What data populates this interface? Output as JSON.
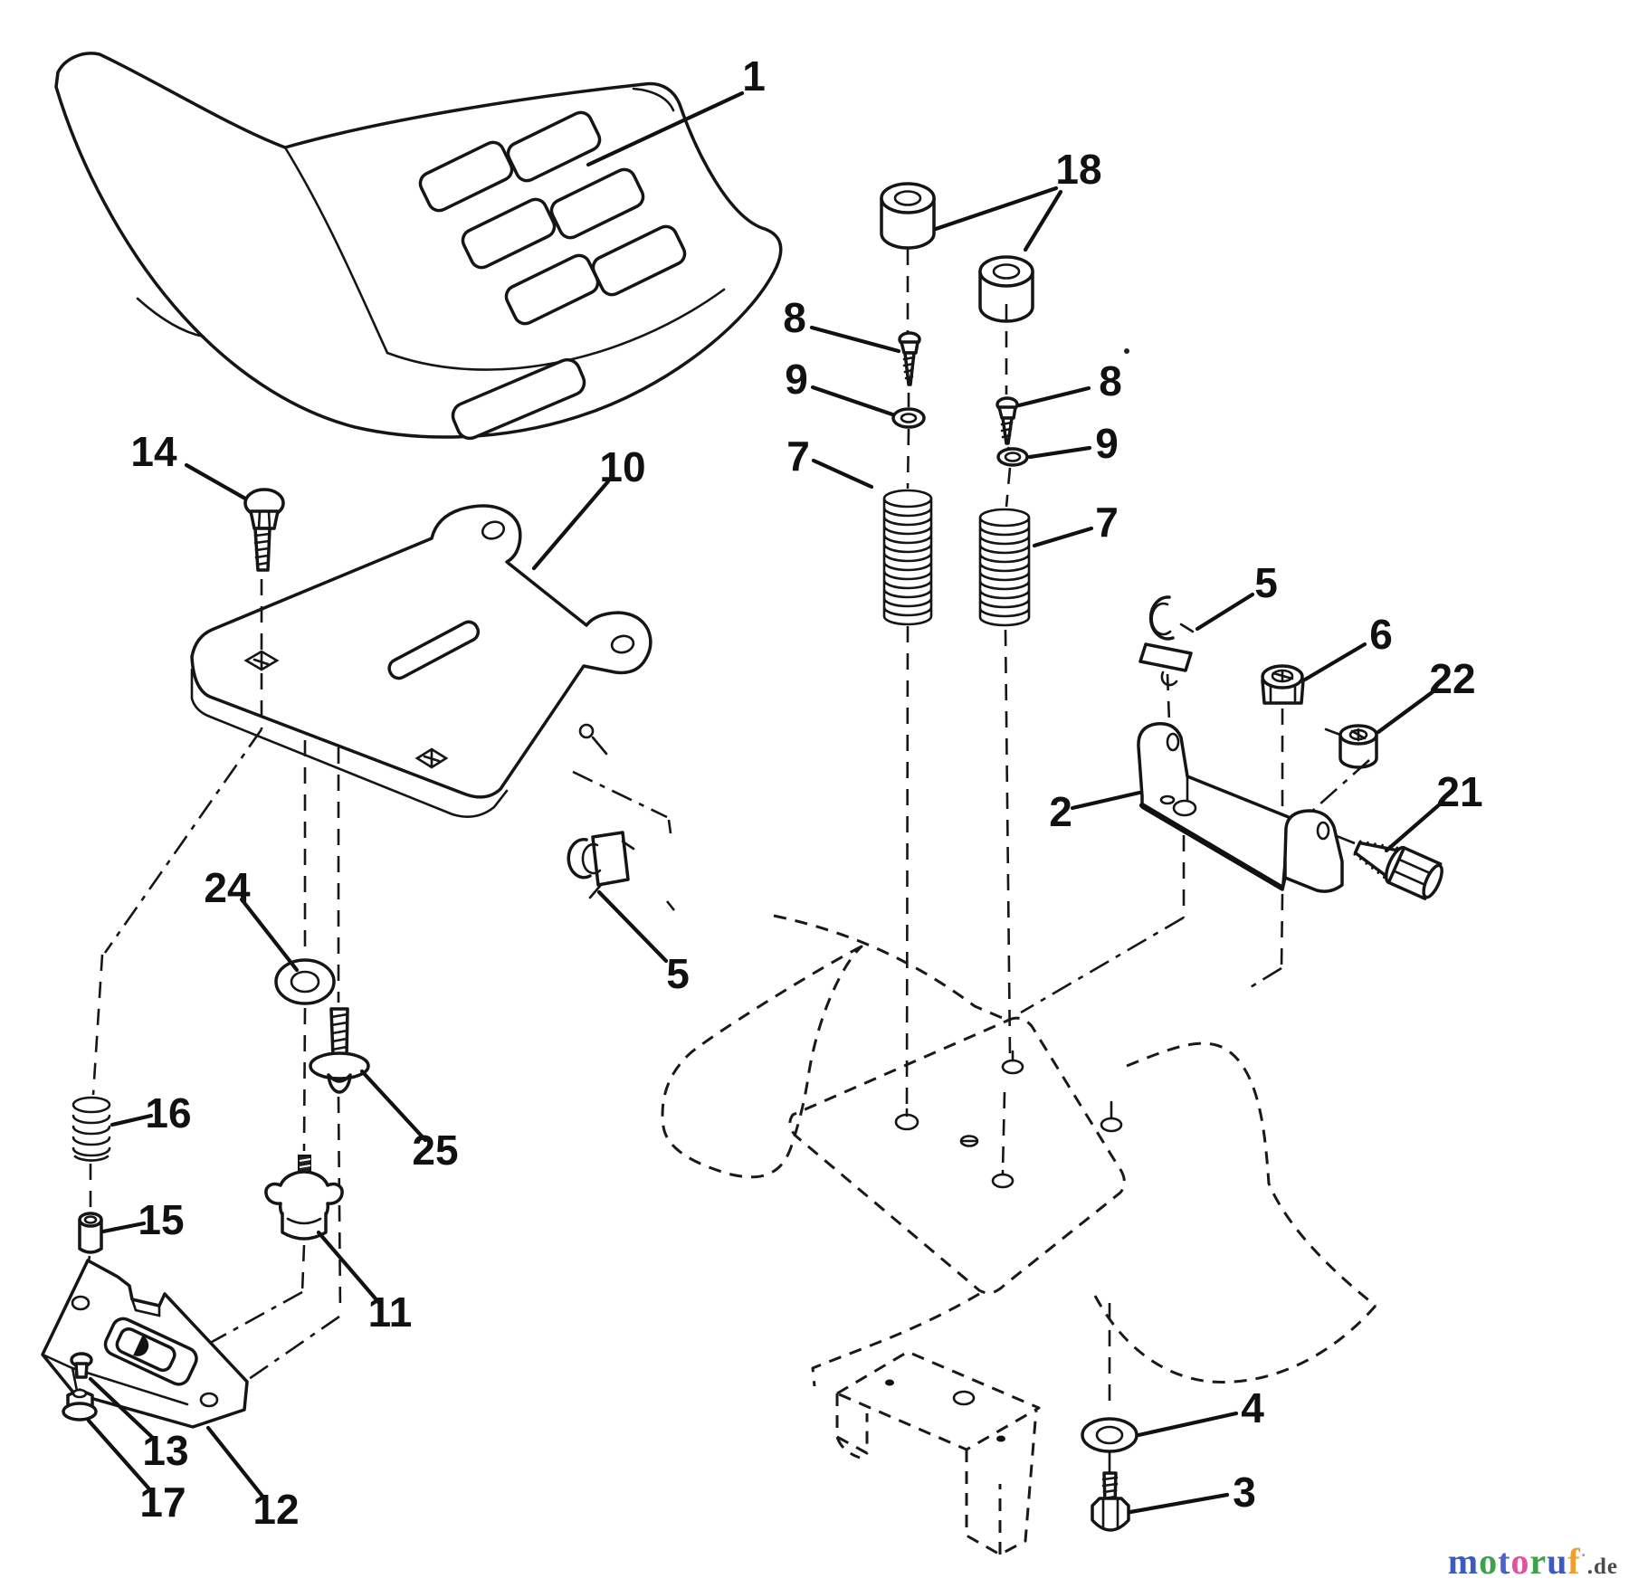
{
  "page": {
    "background": "#ffffff",
    "kind": "exploded-parts-diagram",
    "subject": "tractor seat assembly"
  },
  "callouts": {
    "n1": "1",
    "n2": "2",
    "n3": "3",
    "n4": "4",
    "n5": "5",
    "n6": "6",
    "n7": "7",
    "n8": "8",
    "n9": "9",
    "n10": "10",
    "n11": "11",
    "n12": "12",
    "n13": "13",
    "n14": "14",
    "n15": "15",
    "n16": "16",
    "n17": "17",
    "n18": "18",
    "n21": "21",
    "n22": "22",
    "n24": "24",
    "n25": "25"
  },
  "brand": {
    "letters": [
      {
        "ch": "m",
        "color": "#3d5bbf"
      },
      {
        "ch": "o",
        "color": "#3fa14b"
      },
      {
        "ch": "t",
        "color": "#4f63c4"
      },
      {
        "ch": "o",
        "color": "#e0529e"
      },
      {
        "ch": "r",
        "color": "#3fa14b"
      },
      {
        "ch": "u",
        "color": "#3d5bbf"
      },
      {
        "ch": "f",
        "color": "#f09f2e"
      }
    ],
    "mark": "·",
    "tld": ".de",
    "tld_color": "#4a4a4a"
  }
}
